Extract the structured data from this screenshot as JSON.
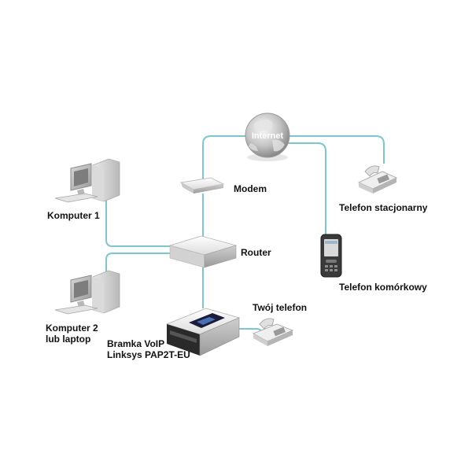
{
  "labels": {
    "internet": "Internet",
    "modem": "Modem",
    "router": "Router",
    "computer1": "Komputer 1",
    "computer2_line1": "Komputer 2",
    "computer2_line2": "lub laptop",
    "gateway_line1": "Bramka VoIP",
    "gateway_line2": "Linksys PAP2T-EU",
    "your_phone": "Twój telefon",
    "landline": "Telefon stacjonarny",
    "mobile": "Telefon komórkowy"
  },
  "colors": {
    "cable": "#7ec6cf",
    "label_text": "#111111",
    "device_light": "#f2f2f2",
    "device_mid": "#c9c9c9",
    "device_dark": "#8e8e8e",
    "globe": "#b9b9b9",
    "gateway_panel": "#1b1b3a"
  },
  "icons": [
    "globe-icon",
    "modem-icon",
    "router-icon",
    "desktop-computer-icon",
    "voip-gateway-icon",
    "desk-phone-icon",
    "mobile-phone-icon"
  ]
}
